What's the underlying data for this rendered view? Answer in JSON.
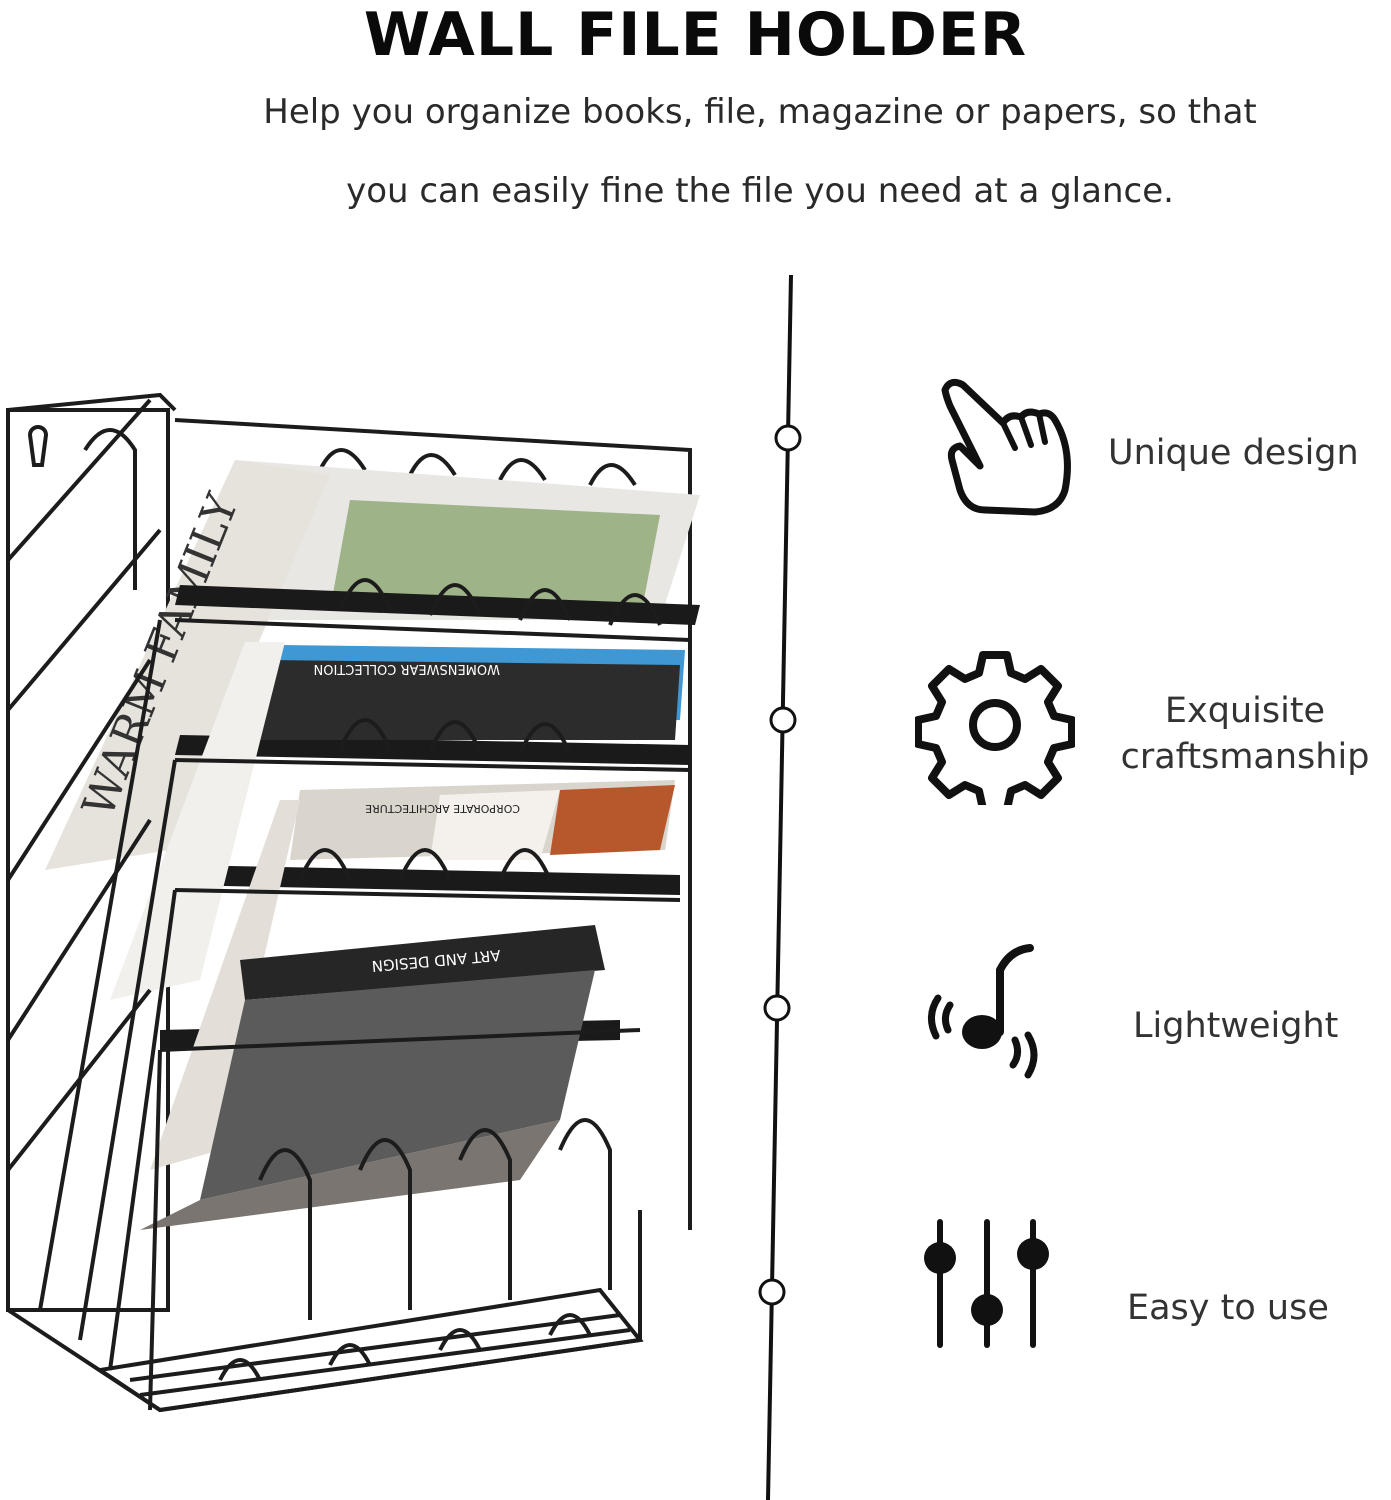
{
  "header": {
    "title": "WALL FILE HOLDER",
    "subtitle_line1": "Help you organize books, file, magazine or papers, so that",
    "subtitle_line2": "you can easily fine the file you need at a glance."
  },
  "product": {
    "spine_texts": [
      "WARM FAMILY",
      "WOMENSWEAR COLLECTION",
      "CORPORATE ARCHITECTURE",
      "ART AND DESIGN"
    ]
  },
  "features": [
    {
      "icon": "hand-pointer-icon",
      "label": "Unique design"
    },
    {
      "icon": "gear-icon",
      "label": "Exquisite craftsmanship",
      "line1": "Exquisite",
      "line2": "craftsmanship"
    },
    {
      "icon": "music-note-icon",
      "label": "Lightweight"
    },
    {
      "icon": "sliders-icon",
      "label": "Easy to use"
    }
  ],
  "colors": {
    "line": "#111111",
    "wire": "#1c1c1c",
    "text": "#333333"
  }
}
